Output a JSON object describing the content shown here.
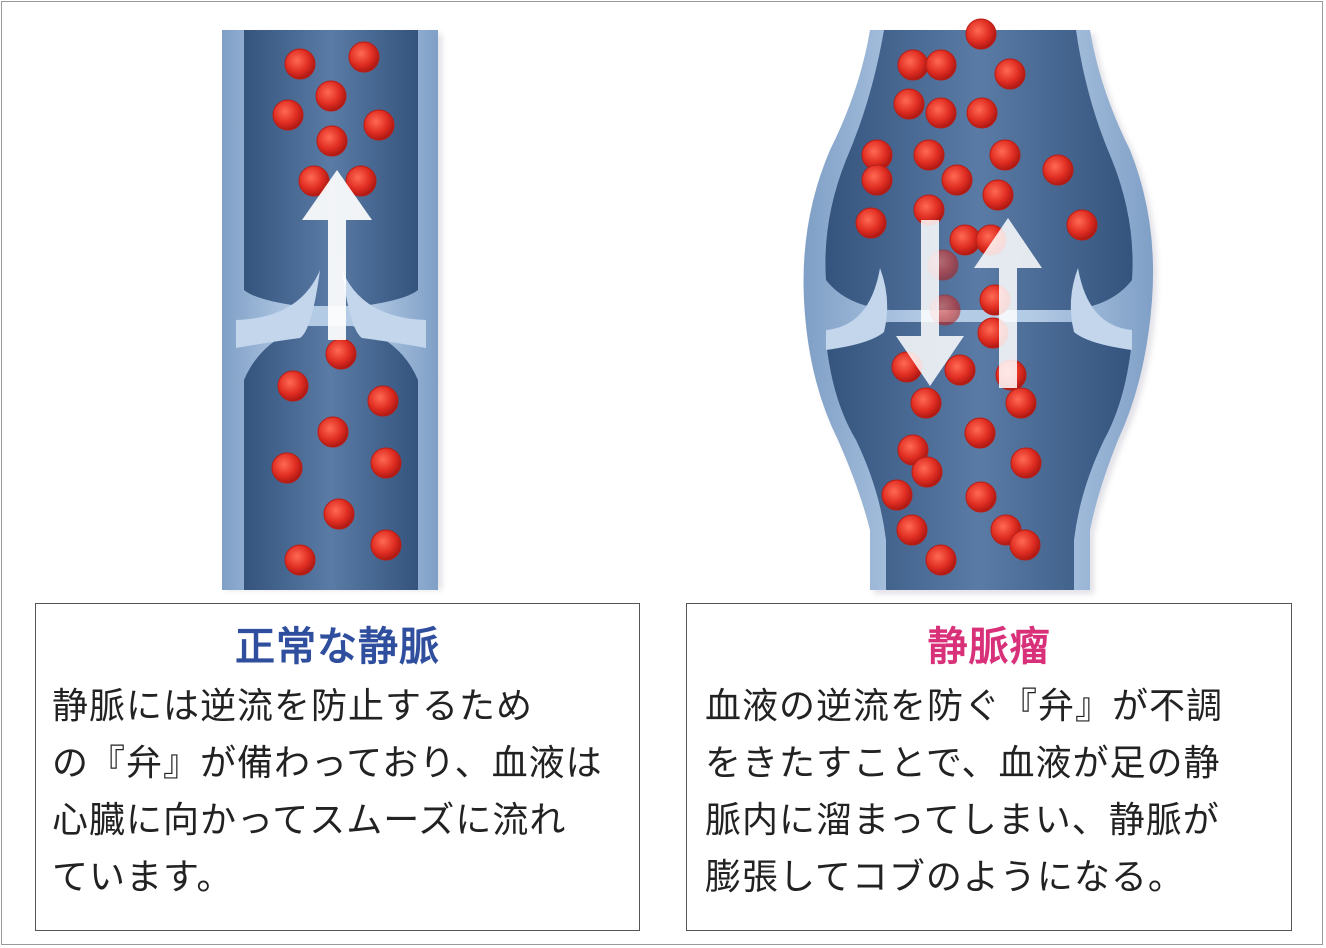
{
  "normal": {
    "title": "正常な静脈",
    "body": "静脈には逆流を防止するため\nの『弁』が備わっており、血液は\n心臓に向かってスムーズに流れ\nています。"
  },
  "varicose": {
    "title": "静脈瘤",
    "body": "血液の逆流を防ぐ『弁』が不調\nをきたすことで、血液が足の静\n脈内に溜まってしまい、静脈が\n膨張してコブのようになる。"
  },
  "colors": {
    "vein_outer": "#9ab6d6",
    "vein_inner": "#4a6a94",
    "blood_cell": "#e02d22",
    "arrow": "#ffffff",
    "title_normal": "#2f4f9e",
    "title_varicose": "#d9307a"
  }
}
